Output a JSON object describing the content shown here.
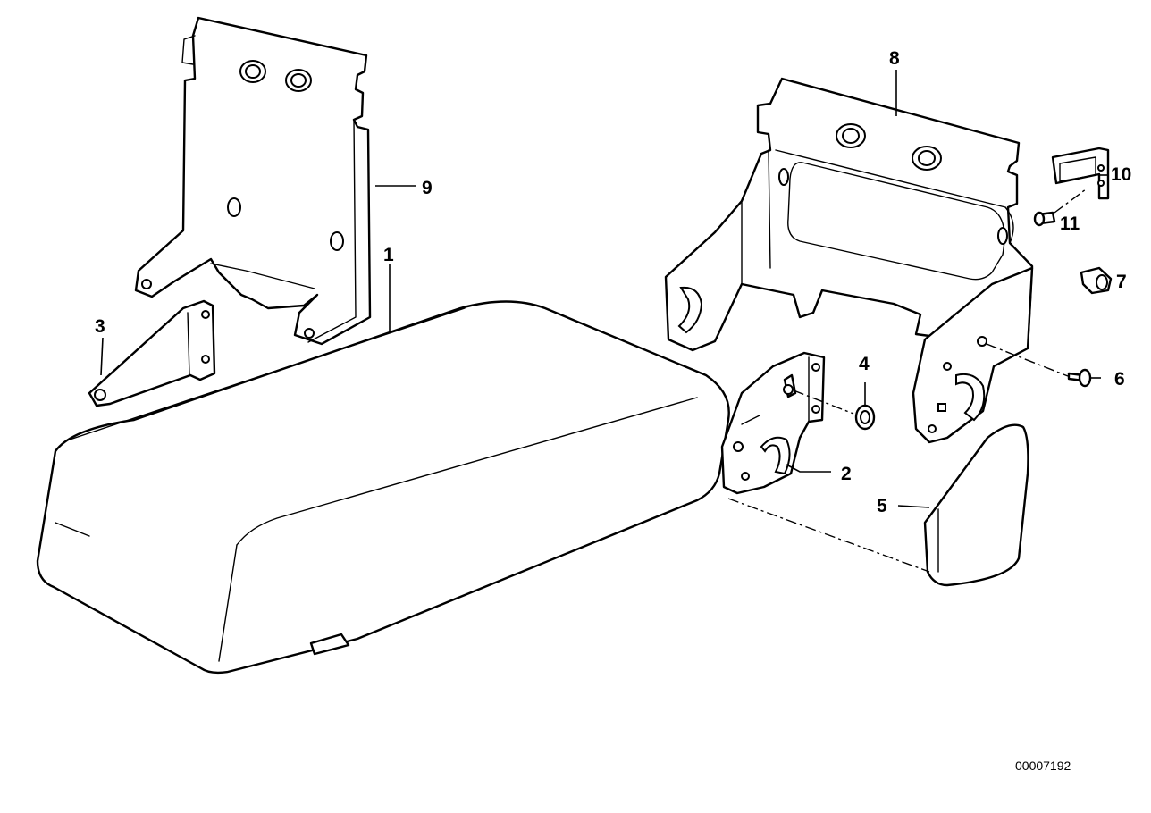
{
  "diagram": {
    "callouts": {
      "p1": "1",
      "p2": "2",
      "p3": "3",
      "p4": "4",
      "p5": "5",
      "p6": "6",
      "p7": "7",
      "p8": "8",
      "p9": "9",
      "p10": "10",
      "p11": "11"
    },
    "document_number": "00007192"
  }
}
